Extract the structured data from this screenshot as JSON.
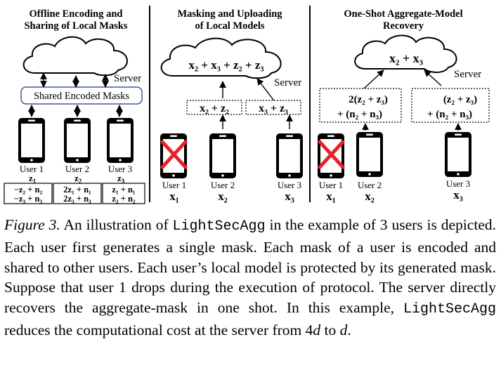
{
  "panels": {
    "left": {
      "title_line1": "Offline Encoding and",
      "title_line2": "Sharing of Local Masks",
      "server_label": "Server",
      "shared_box_label": "Shared Encoded Masks",
      "users": [
        {
          "name": "User 1",
          "mask": "z",
          "mask_sub": "1",
          "cell_line1": "−z₂ + n₂",
          "cell_line2": "−z₃ + n₃"
        },
        {
          "name": "User 2",
          "mask": "z",
          "mask_sub": "2",
          "cell_line1": "2z₁ + n₁",
          "cell_line2": "2z₃ + n₃"
        },
        {
          "name": "User 3",
          "mask": "z",
          "mask_sub": "3",
          "cell_line1": "z₁ + n₁",
          "cell_line2": "z₂ + n₂"
        }
      ]
    },
    "middle": {
      "title_line1": "Masking and Uploading",
      "title_line2": "of Local Models",
      "cloud_text": "x₂ + x₃ + z₂ + z₃",
      "server_label": "Server",
      "upload_left": "x₂ + z₂",
      "upload_right": "x₃ + z₃",
      "users": [
        {
          "name": "User 1",
          "model": "x₁"
        },
        {
          "name": "User 2",
          "model": "x₂"
        },
        {
          "name": "User 3",
          "model": "x₃"
        }
      ]
    },
    "right": {
      "title_line1": "One-Shot Aggregate-Model",
      "title_line2": "Recovery",
      "cloud_text": "x₂ + x₃",
      "server_label": "Server",
      "box_left_line1": "2(z₂ + z₃)",
      "box_left_line2": "+ (n₂ + n₃)",
      "box_right_line1": "(z₂ + z₃)",
      "box_right_line2": "+ (n₂ + n₃)",
      "users": [
        {
          "name": "User 1",
          "model": "x₁"
        },
        {
          "name": "User 2",
          "model": "x₂"
        },
        {
          "name": "User 3",
          "model": "x₃"
        }
      ]
    }
  },
  "caption": {
    "label": "Figure 3.",
    "part1": " An illustration of ",
    "code1": "LightSecAgg",
    "part2": " in the example of 3 users is depicted. Each user first generates a single mask. Each mask of a user is encoded and shared to other users. Each user’s local model is protected by its generated mask. Suppose that user 1 drops during the execution of protocol. The server directly recovers the aggregate-mask in one shot. In this example, ",
    "code2": "LightSecAgg",
    "part3": " reduces the computational cost at the server from 4",
    "var1": "d",
    "part4": " to ",
    "var2": "d",
    "part5": "."
  },
  "colors": {
    "drop_cross": "#e8202a",
    "shared_box_border": "#3c5a99",
    "ink": "#000000"
  }
}
